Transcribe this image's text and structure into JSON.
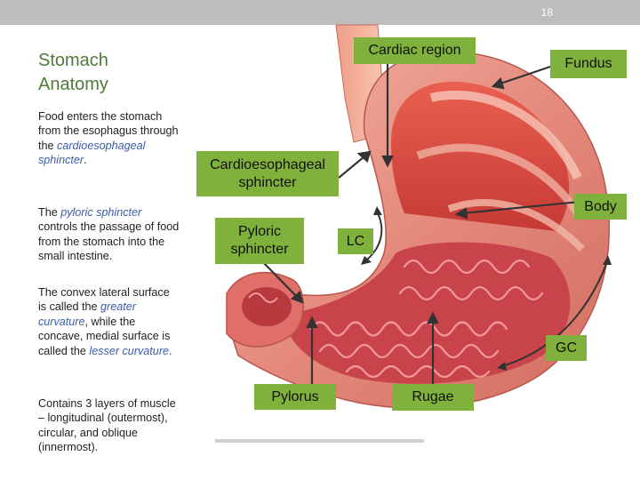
{
  "slide": {
    "page_number": "18",
    "title_line1": "Stomach",
    "title_line2": "Anatomy"
  },
  "paragraphs": {
    "p1": {
      "a": "Food enters the stomach from the esophagus through the ",
      "b": "cardioesophageal sphincter",
      "c": "."
    },
    "p2": {
      "a": "The ",
      "b": "pyloric sphincter",
      "c": " controls the passage of food from the stomach into the small intestine."
    },
    "p3": {
      "a": "The convex lateral surface is called the ",
      "b": "greater curvature",
      "c": ", while the concave, medial surface is called the ",
      "d": "lesser curvature",
      "e": "."
    },
    "p4": {
      "a": "Contains 3 layers of muscle – longitudinal (outermost), circular, and oblique (innermost)."
    }
  },
  "labels": {
    "cardiac_region": "Cardiac region",
    "fundus": "Fundus",
    "cardioesophageal_1": "Cardioesophageal",
    "cardioesophageal_2": "sphincter",
    "body": "Body",
    "pyloric_1": "Pyloric",
    "pyloric_2": "sphincter",
    "lc": "LC",
    "gc": "GC",
    "pylorus": "Pylorus",
    "rugae": "Rugae"
  },
  "colors": {
    "label_bg": "#7fb13c",
    "title": "#4e7a3a",
    "highlight": "#3a5da8"
  }
}
